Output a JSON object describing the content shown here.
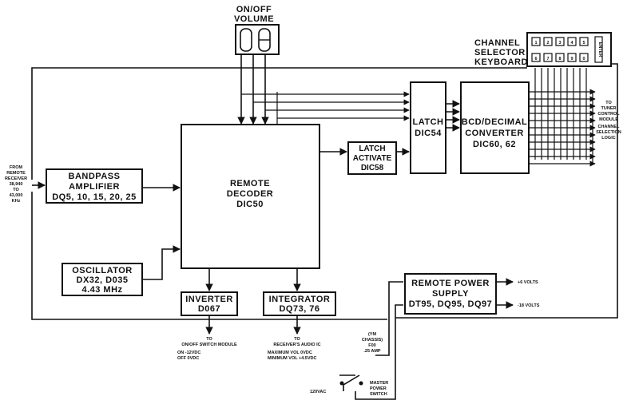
{
  "labels": {
    "on_off": "ON/OFF",
    "volume": "VOLUME",
    "channel": "CHANNEL",
    "selector": "SELECTOR",
    "keyboard": "KEYBOARD",
    "input1": "FROM",
    "input2": "REMOTE",
    "input3": "RECEIVER",
    "input4": "38,940",
    "input5": "TO",
    "input6": "43,000",
    "input7": "KHz",
    "to_tuner1": "TO",
    "to_tuner2": "TUNER",
    "to_tuner3": "CONTROL",
    "to_tuner4": "MODULE",
    "chsel1": "CHANNEL",
    "chsel2": "SELECTION",
    "chsel3": "LOGIC",
    "inv_out1": "TO",
    "inv_out2": "ON/OFF SWITCH MODULE",
    "inv_out3": "ON    -12VDC",
    "inv_out4": "OFF   0VDC",
    "int_out1": "TO",
    "int_out2": "RECEIVER'S AUDIO IC",
    "int_out3": "MAXIMUM VOL 0VDC",
    "int_out4": "MINIMUM VOL +4.5VDC",
    "fuse1": "(YM",
    "fuse2": "CHASSIS)",
    "fuse3": "F00",
    "fuse4": ".25 AMP",
    "switch1": "MASTER",
    "switch2": "POWER",
    "switch3": "SWITCH",
    "vac": "120VAC",
    "v_plus": "+6 VOLTS",
    "v_minus": "-18 VOLTS",
    "kb_top": [
      "1",
      "2",
      "3",
      "4",
      "5"
    ],
    "kb_bot": [
      "6",
      "7",
      "8",
      "9",
      "0"
    ],
    "kb_side": "ENTER"
  },
  "blocks": {
    "bandpass": [
      "BANDPASS",
      "AMPLIFIER",
      "DQ5, 10, 15, 20, 25"
    ],
    "decoder": [
      "REMOTE",
      "DECODER",
      "DIC50"
    ],
    "oscillator": [
      "OSCILLATOR",
      "DX32, D035",
      "4.43 MHz"
    ],
    "inverter": [
      "INVERTER",
      "D067"
    ],
    "integrator": [
      "INTEGRATOR",
      "DQ73, 76"
    ],
    "latch_activate": [
      "LATCH",
      "ACTIVATE",
      "DIC58"
    ],
    "latch": [
      "LATCH",
      "DIC54"
    ],
    "converter": [
      "BCD/DECIMAL",
      "CONVERTER",
      "DIC60, 62"
    ],
    "power": [
      "REMOTE POWER",
      "SUPPLY",
      "DT95, DQ95, DQ97"
    ]
  }
}
